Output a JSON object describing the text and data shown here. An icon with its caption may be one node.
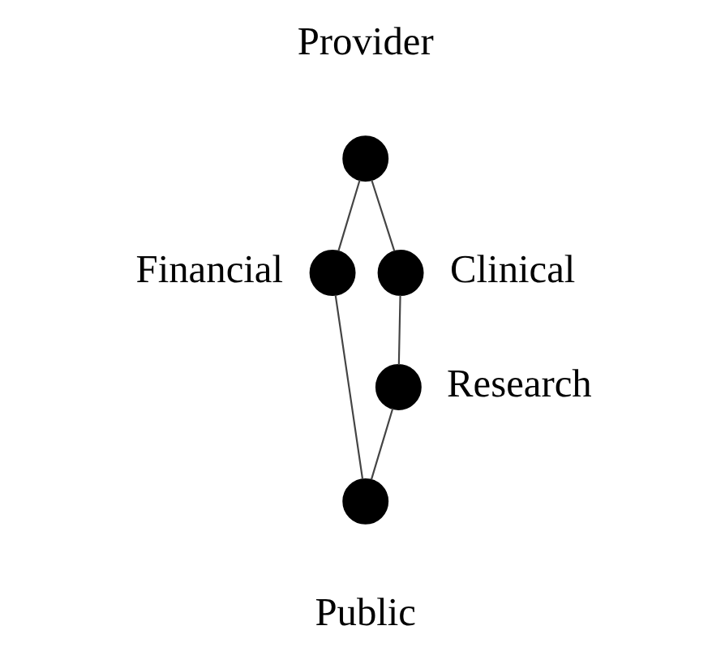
{
  "diagram": {
    "nodes": [
      {
        "text": [],
        "shape": "circle",
        "beside": [
          "Provider"
        ]
      },
      {
        "text": [],
        "shape": "circle",
        "beside": [
          "Financial"
        ]
      },
      {
        "text": [],
        "shape": "circle",
        "beside": [
          "Clinical"
        ]
      },
      {
        "text": [],
        "shape": "circle",
        "beside": [
          "Research"
        ]
      },
      {
        "text": [],
        "shape": "circle",
        "beside": [
          "Public"
        ]
      }
    ],
    "edges": [
      {
        "from": 0,
        "to": 1,
        "arrow": "none"
      },
      {
        "from": 0,
        "to": 2,
        "arrow": "none"
      },
      {
        "from": 2,
        "to": 3,
        "arrow": "none"
      },
      {
        "from": 3,
        "to": 4,
        "arrow": "none"
      },
      {
        "from": 1,
        "to": 4,
        "arrow": "none"
      }
    ]
  }
}
